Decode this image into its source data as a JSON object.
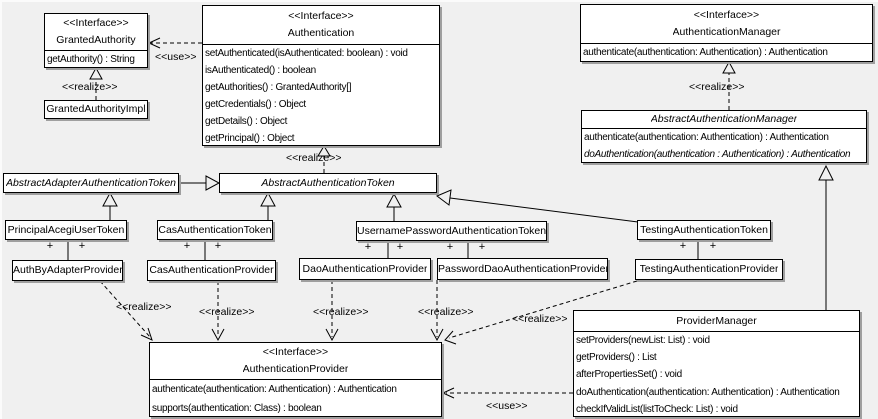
{
  "colors": {
    "background": "#f0f0f0",
    "box_fill": "#ffffff",
    "line": "#000000",
    "shadow": "#9f9f9f"
  },
  "labels": {
    "realize": "<<realize>>",
    "use": "<<use>>",
    "plus": "+"
  },
  "classes": {
    "granted_authority": {
      "stereotype": "<<Interface>>",
      "name": "GrantedAuthority",
      "methods": [
        "getAuthority() : String"
      ]
    },
    "granted_authority_impl": {
      "name": "GrantedAuthorityImpl"
    },
    "authentication": {
      "stereotype": "<<Interface>>",
      "name": "Authentication",
      "methods": [
        "setAuthenticated(isAuthenticated: boolean) : void",
        "isAuthenticated() : boolean",
        "getAuthorities() : GrantedAuthority[]",
        "getCredentials() : Object",
        "getDetails() : Object",
        "getPrincipal() : Object"
      ]
    },
    "authentication_manager": {
      "stereotype": "<<Interface>>",
      "name": "AuthenticationManager",
      "methods": [
        "authenticate(authentication: Authentication) : Authentication"
      ]
    },
    "abstract_authentication_manager": {
      "name": "AbstractAuthenticationManager",
      "methods": [
        "authenticate(authentication: Authentication) : Authentication",
        "doAuthentication(authentication : Authentication) : Authentication"
      ]
    },
    "abstract_adapter_authentication_token": {
      "name": "AbstractAdapterAuthenticationToken"
    },
    "abstract_authentication_token": {
      "name": "AbstractAuthenticationToken"
    },
    "principal_acegi_user_token": {
      "name": "PrincipalAcegiUserToken"
    },
    "cas_authentication_token": {
      "name": "CasAuthenticationToken"
    },
    "username_password_authentication_token": {
      "name": "UsernamePasswordAuthenticationToken"
    },
    "testing_authentication_token": {
      "name": "TestingAuthenticationToken"
    },
    "auth_by_adapter_provider": {
      "name": "AuthByAdapterProvider"
    },
    "cas_authentication_provider": {
      "name": "CasAuthenticationProvider"
    },
    "dao_authentication_provider": {
      "name": "DaoAuthenticationProvider"
    },
    "password_dao_authentication_provider": {
      "name": "PasswordDaoAuthenticationProvider"
    },
    "testing_authentication_provider": {
      "name": "TestingAuthenticationProvider"
    },
    "authentication_provider": {
      "stereotype": "<<Interface>>",
      "name": "AuthenticationProvider",
      "methods": [
        "authenticate(authentication: Authentication) : Authentication",
        "supports(authentication: Class) : boolean"
      ]
    },
    "provider_manager": {
      "name": "ProviderManager",
      "methods": [
        "setProviders(newList: List) : void",
        "getProviders() : List",
        "afterPropertiesSet() : void",
        "doAuthentication(authentication: Authentication) : Authentication",
        "checkIfValidList(listToCheck: List) : void"
      ]
    }
  }
}
